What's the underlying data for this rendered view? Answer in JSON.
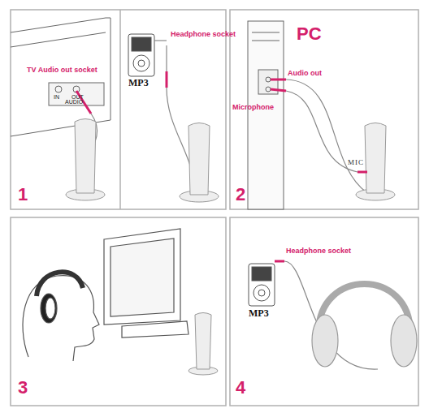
{
  "diagram": {
    "labels": [
      "TV Audio out socket",
      "IN",
      "OUT",
      "AUDIO",
      "Headphone socket",
      "MP3",
      "PC",
      "Audio out",
      "Microphone",
      "MIC",
      "1",
      "2",
      "3",
      "4",
      "Headphone socket",
      "MP3"
    ]
  }
}
